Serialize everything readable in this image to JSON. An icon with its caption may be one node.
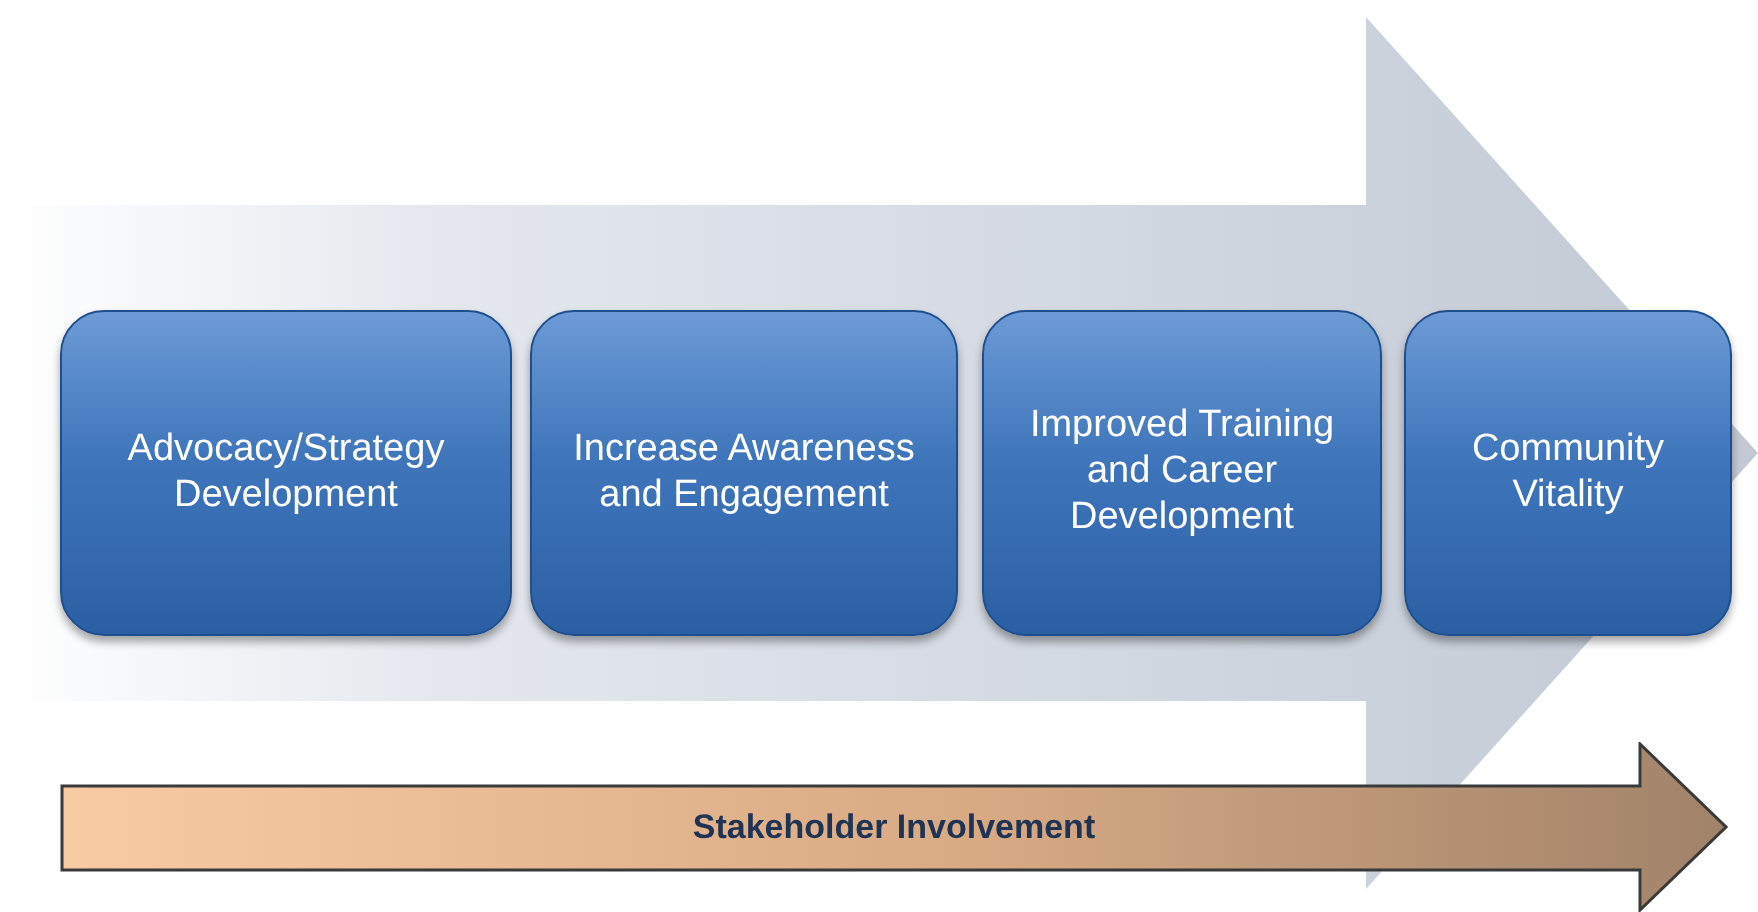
{
  "diagram": {
    "nodes": [
      {
        "text": [
          "Advocacy/Strategy Development"
        ]
      },
      {
        "text": [
          "Increase Awareness and Engagement"
        ]
      },
      {
        "text": [
          "Improved Training and Career Development"
        ]
      },
      {
        "text": [
          "Community Vitality"
        ]
      },
      {
        "text": [
          "Stakeholder Involvement"
        ]
      }
    ],
    "edges": [
      {
        "from": 0,
        "to": 3,
        "arrow": "to",
        "style": "thick"
      }
    ]
  }
}
